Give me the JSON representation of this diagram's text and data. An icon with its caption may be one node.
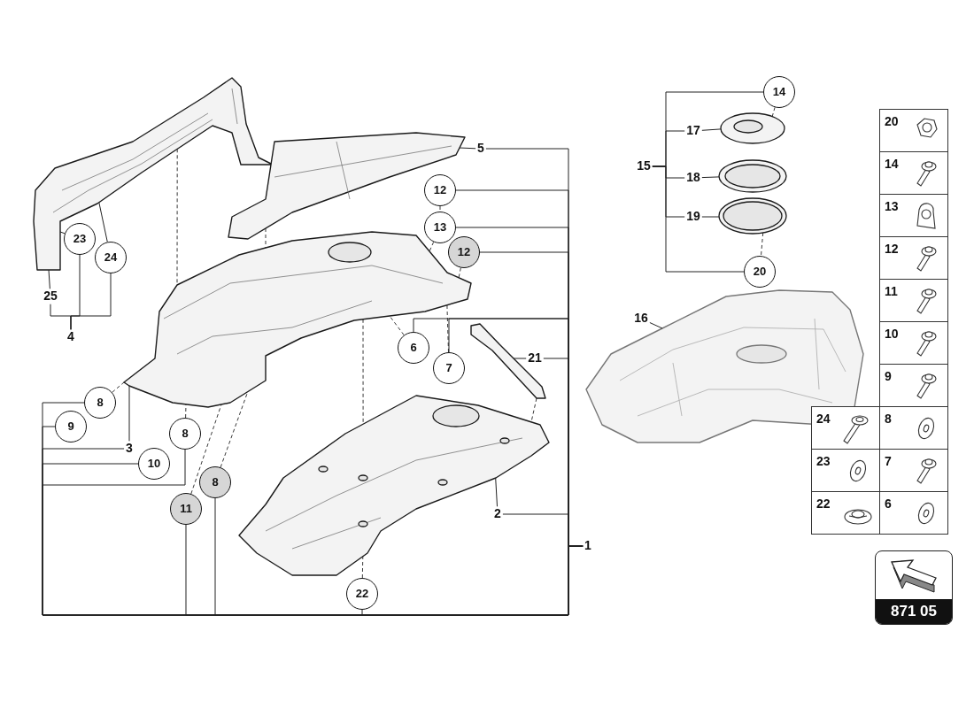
{
  "diagram": {
    "nodes": [
      {
        "text": [
          "25"
        ]
      },
      {
        "text": [
          "23"
        ]
      },
      {
        "text": [
          "24"
        ]
      },
      {
        "text": [
          "4"
        ]
      },
      {
        "text": [
          "5"
        ]
      },
      {
        "text": [
          "12"
        ]
      },
      {
        "text": [
          "13"
        ]
      },
      {
        "text": [
          "12"
        ]
      },
      {
        "text": [
          "6"
        ]
      },
      {
        "text": [
          "7"
        ]
      },
      {
        "text": [
          "21"
        ]
      },
      {
        "text": [
          "8"
        ]
      },
      {
        "text": [
          "9"
        ]
      },
      {
        "text": [
          "3"
        ]
      },
      {
        "text": [
          "8"
        ]
      },
      {
        "text": [
          "10"
        ]
      },
      {
        "text": [
          "11"
        ]
      },
      {
        "text": [
          "8"
        ]
      },
      {
        "text": [
          "2"
        ]
      },
      {
        "text": [
          "22"
        ]
      },
      {
        "text": [
          "1"
        ]
      },
      {
        "text": [
          "14"
        ]
      },
      {
        "text": [
          "17"
        ]
      },
      {
        "text": [
          "15"
        ]
      },
      {
        "text": [
          "18"
        ]
      },
      {
        "text": [
          "19"
        ]
      },
      {
        "text": [
          "20"
        ]
      },
      {
        "text": [
          "16"
        ]
      },
      {
        "text": [],
        "shape": "picture"
      },
      {
        "text": [],
        "shape": "picture"
      },
      {
        "text": [],
        "shape": "picture"
      },
      {
        "text": [],
        "shape": "picture"
      },
      {
        "text": [],
        "shape": "picture"
      },
      {
        "text": [],
        "shape": "picture"
      },
      {
        "text": [],
        "shape": "picture"
      },
      {
        "text": [],
        "shape": "picture"
      },
      {
        "text": [],
        "shape": "picture"
      }
    ],
    "edges": [
      {
        "from": 3,
        "to": 0,
        "arrow": "none"
      },
      {
        "from": 3,
        "to": 1,
        "arrow": "none"
      },
      {
        "from": 3,
        "to": 2,
        "arrow": "none"
      },
      {
        "from": 0,
        "to": 28,
        "arrow": "none"
      },
      {
        "from": 1,
        "to": 28,
        "arrow": "none"
      },
      {
        "from": 2,
        "to": 28,
        "arrow": "none"
      },
      {
        "from": 20,
        "to": 4,
        "arrow": "none"
      },
      {
        "from": 20,
        "to": 5,
        "arrow": "none"
      },
      {
        "from": 20,
        "to": 6,
        "arrow": "none"
      },
      {
        "from": 20,
        "to": 7,
        "arrow": "none"
      },
      {
        "from": 20,
        "to": 8,
        "arrow": "none"
      },
      {
        "from": 20,
        "to": 9,
        "arrow": "none"
      },
      {
        "from": 20,
        "to": 10,
        "arrow": "none"
      },
      {
        "from": 20,
        "to": 18,
        "arrow": "none"
      },
      {
        "from": 20,
        "to": 19,
        "arrow": "none"
      },
      {
        "from": 20,
        "to": 11,
        "arrow": "none"
      },
      {
        "from": 20,
        "to": 12,
        "arrow": "none"
      },
      {
        "from": 20,
        "to": 13,
        "arrow": "none"
      },
      {
        "from": 20,
        "to": 14,
        "arrow": "none"
      },
      {
        "from": 20,
        "to": 15,
        "arrow": "none"
      },
      {
        "from": 20,
        "to": 16,
        "arrow": "none"
      },
      {
        "from": 20,
        "to": 17,
        "arrow": "none"
      },
      {
        "from": 23,
        "to": 21,
        "arrow": "none"
      },
      {
        "from": 23,
        "to": 22,
        "arrow": "none"
      },
      {
        "from": 23,
        "to": 24,
        "arrow": "none"
      },
      {
        "from": 23,
        "to": 25,
        "arrow": "none"
      },
      {
        "from": 23,
        "to": 26,
        "arrow": "none"
      },
      {
        "from": 4,
        "to": 29,
        "arrow": "none"
      },
      {
        "from": 10,
        "to": 31,
        "arrow": "none"
      },
      {
        "from": 13,
        "to": 30,
        "arrow": "none"
      },
      {
        "from": 18,
        "to": 32,
        "arrow": "none"
      },
      {
        "from": 22,
        "to": 33,
        "arrow": "none"
      },
      {
        "from": 24,
        "to": 34,
        "arrow": "none"
      },
      {
        "from": 25,
        "to": 35,
        "arrow": "none"
      },
      {
        "from": 27,
        "to": 36,
        "arrow": "none"
      },
      {
        "from": 21,
        "to": 33,
        "arrow": "none",
        "style": "dashed"
      },
      {
        "from": 35,
        "to": 26,
        "arrow": "none",
        "style": "dashed"
      },
      {
        "from": 5,
        "to": 6,
        "arrow": "none",
        "style": "dashed"
      },
      {
        "from": 6,
        "to": 30,
        "arrow": "none",
        "style": "dashed"
      },
      {
        "from": 7,
        "to": 30,
        "arrow": "none",
        "style": "dashed"
      },
      {
        "from": 8,
        "to": 30,
        "arrow": "none",
        "style": "dashed"
      },
      {
        "from": 9,
        "to": 30,
        "arrow": "none",
        "style": "dashed"
      },
      {
        "from": 11,
        "to": 30,
        "arrow": "none",
        "style": "dashed"
      },
      {
        "from": 14,
        "to": 30,
        "arrow": "none",
        "style": "dashed"
      },
      {
        "from": 16,
        "to": 30,
        "arrow": "none",
        "style": "dashed"
      },
      {
        "from": 17,
        "to": 30,
        "arrow": "none",
        "style": "dashed"
      },
      {
        "from": 19,
        "to": 32,
        "arrow": "none",
        "style": "dashed"
      },
      {
        "from": 28,
        "to": 30,
        "arrow": "none",
        "style": "dashed"
      },
      {
        "from": 29,
        "to": 30,
        "arrow": "none",
        "style": "dashed"
      },
      {
        "from": 30,
        "to": 32,
        "arrow": "none",
        "style": "dashed"
      },
      {
        "from": 31,
        "to": 32,
        "arrow": "none",
        "style": "dashed"
      }
    ],
    "labels": [
      "20",
      "14",
      "13",
      "12",
      "11",
      "10",
      "9",
      "24",
      "8",
      "23",
      "7",
      "22",
      "6",
      "871 05"
    ]
  }
}
